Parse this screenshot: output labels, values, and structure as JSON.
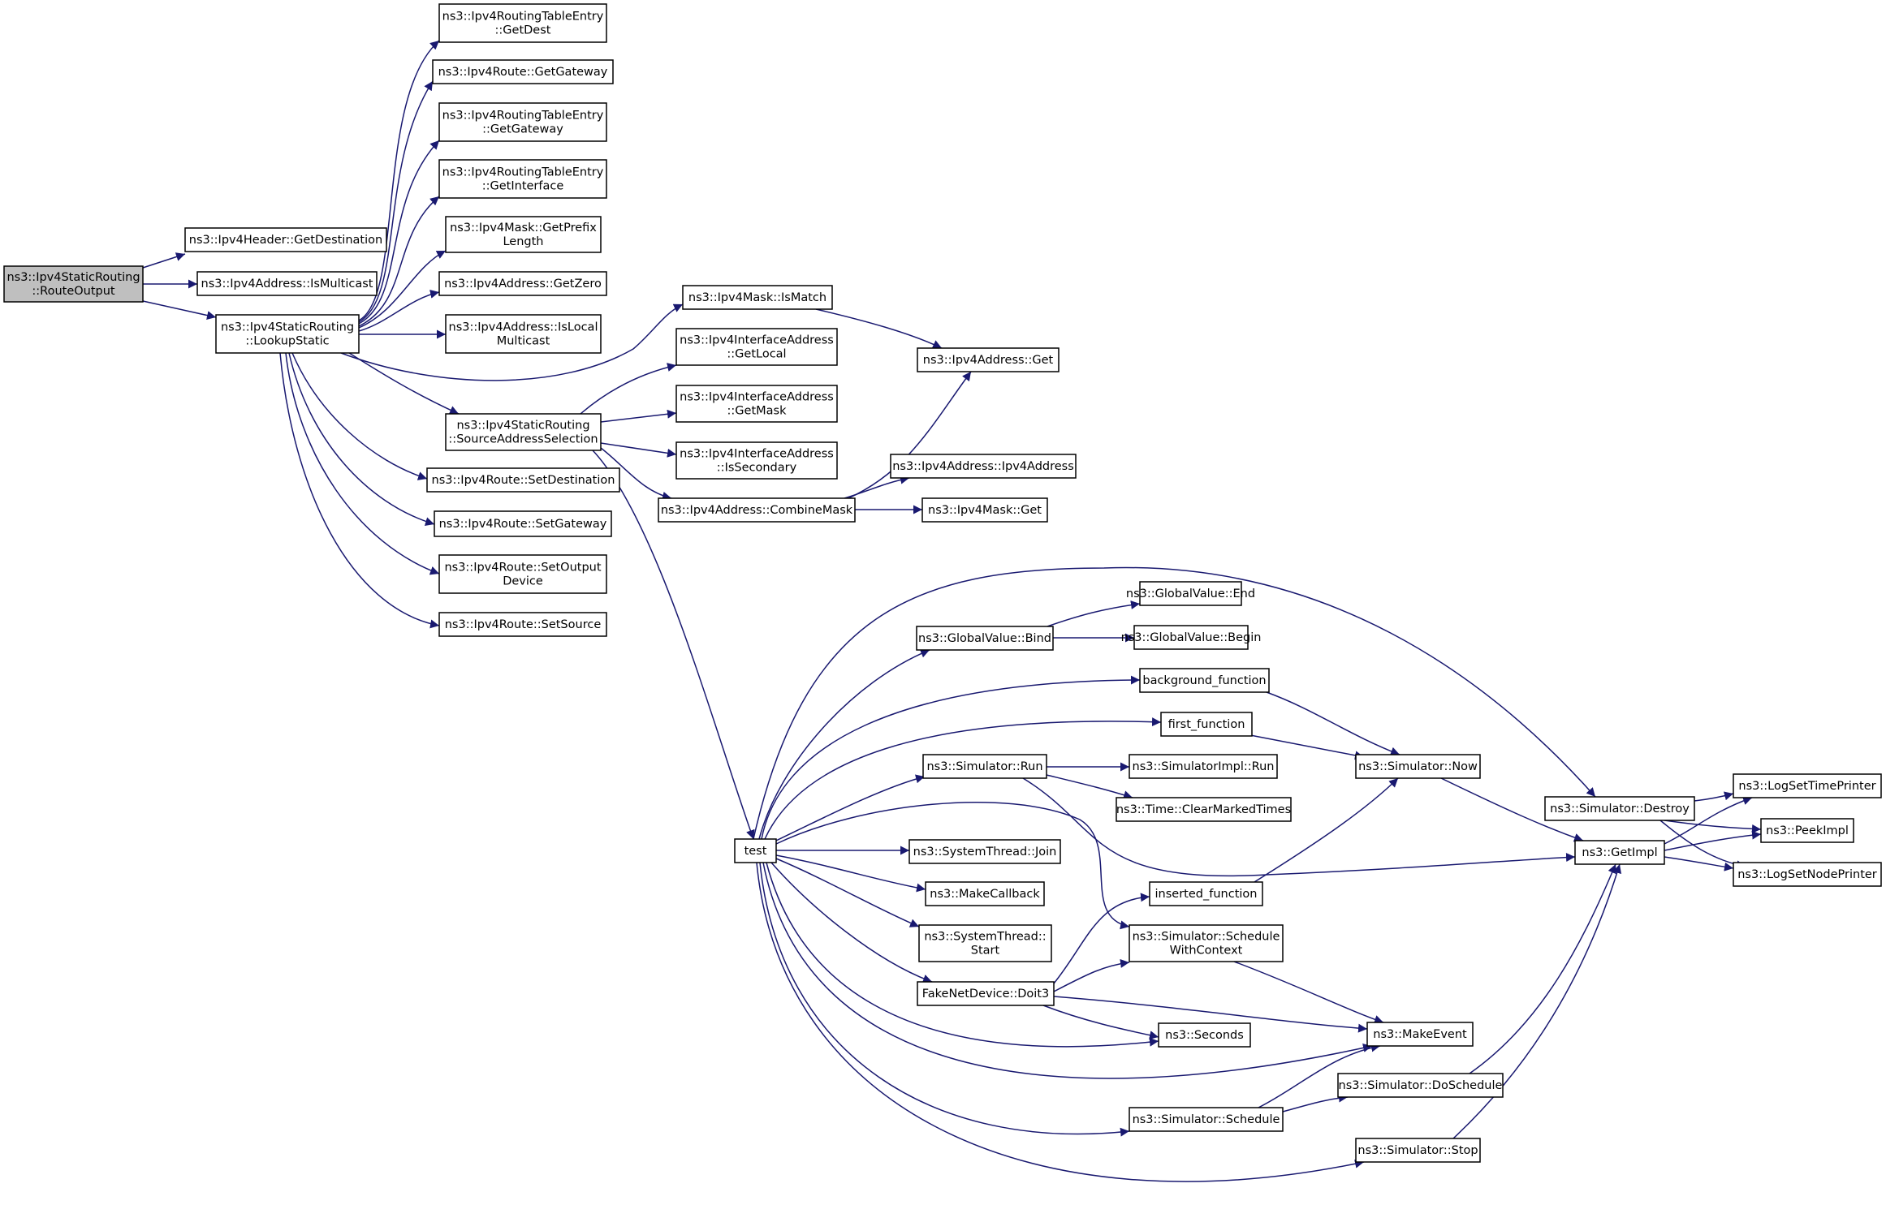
{
  "diagram": {
    "type": "call-graph",
    "edge_color": "#191970",
    "node_default_border": "#000000",
    "node_truncated_border": "#ff0000",
    "root_fill": "#bfbfbf",
    "nodes": [
      {
        "id": "n0",
        "lines": [
          "ns3::Ipv4StaticRouting",
          "::RouteOutput"
        ],
        "root": true
      },
      {
        "id": "n1",
        "lines": [
          "ns3::Ipv4Header::GetDestination"
        ]
      },
      {
        "id": "n2",
        "lines": [
          "ns3::Ipv4Address::IsMulticast"
        ]
      },
      {
        "id": "n3",
        "lines": [
          "ns3::Ipv4StaticRouting",
          "::LookupStatic"
        ]
      },
      {
        "id": "n4",
        "lines": [
          "ns3::Ipv4RoutingTableEntry",
          "::GetDest"
        ]
      },
      {
        "id": "n5",
        "lines": [
          "ns3::Ipv4Route::GetGateway"
        ]
      },
      {
        "id": "n6",
        "lines": [
          "ns3::Ipv4RoutingTableEntry",
          "::GetGateway"
        ]
      },
      {
        "id": "n7",
        "lines": [
          "ns3::Ipv4RoutingTableEntry",
          "::GetInterface"
        ]
      },
      {
        "id": "n8",
        "lines": [
          "ns3::Ipv4Mask::GetPrefix",
          "Length"
        ]
      },
      {
        "id": "n9",
        "lines": [
          "ns3::Ipv4Address::GetZero"
        ]
      },
      {
        "id": "n10",
        "lines": [
          "ns3::Ipv4Address::IsLocal",
          "Multicast"
        ]
      },
      {
        "id": "n11",
        "lines": [
          "ns3::Ipv4Mask::IsMatch"
        ]
      },
      {
        "id": "n12",
        "lines": [
          "ns3::Ipv4StaticRouting",
          "::SourceAddressSelection"
        ]
      },
      {
        "id": "n13",
        "lines": [
          "ns3::Ipv4Route::SetDestination"
        ]
      },
      {
        "id": "n14",
        "lines": [
          "ns3::Ipv4Route::SetGateway"
        ]
      },
      {
        "id": "n15",
        "lines": [
          "ns3::Ipv4Route::SetOutput",
          "Device"
        ]
      },
      {
        "id": "n16",
        "lines": [
          "ns3::Ipv4Route::SetSource"
        ]
      },
      {
        "id": "n17",
        "lines": [
          "ns3::Ipv4Address::Get"
        ]
      },
      {
        "id": "n18",
        "lines": [
          "ns3::Ipv4InterfaceAddress",
          "::GetLocal"
        ]
      },
      {
        "id": "n19",
        "lines": [
          "ns3::Ipv4InterfaceAddress",
          "::GetMask"
        ]
      },
      {
        "id": "n20",
        "lines": [
          "ns3::Ipv4InterfaceAddress",
          "::IsSecondary"
        ]
      },
      {
        "id": "n21",
        "lines": [
          "ns3::Ipv4Address::CombineMask"
        ]
      },
      {
        "id": "n22",
        "lines": [
          "ns3::Ipv4Address::Ipv4Address"
        ]
      },
      {
        "id": "n23",
        "lines": [
          "ns3::Ipv4Mask::Get"
        ]
      },
      {
        "id": "n24",
        "lines": [
          "test"
        ]
      },
      {
        "id": "n25",
        "lines": [
          "ns3::GlobalValue::Bind"
        ]
      },
      {
        "id": "n26",
        "lines": [
          "ns3::GlobalValue::End"
        ],
        "truncated": true
      },
      {
        "id": "n27",
        "lines": [
          "ns3::GlobalValue::Begin"
        ],
        "truncated": true
      },
      {
        "id": "n28",
        "lines": [
          "background_function"
        ]
      },
      {
        "id": "n29",
        "lines": [
          "first_function"
        ]
      },
      {
        "id": "n30",
        "lines": [
          "ns3::Simulator::Run"
        ]
      },
      {
        "id": "n31",
        "lines": [
          "ns3::SimulatorImpl::Run"
        ]
      },
      {
        "id": "n32",
        "lines": [
          "ns3::Time::ClearMarkedTimes"
        ],
        "truncated": true
      },
      {
        "id": "n33",
        "lines": [
          "ns3::Simulator::Now"
        ],
        "truncated": true
      },
      {
        "id": "n34",
        "lines": [
          "ns3::SystemThread::Join"
        ]
      },
      {
        "id": "n35",
        "lines": [
          "ns3::MakeCallback"
        ]
      },
      {
        "id": "n36",
        "lines": [
          "ns3::SystemThread::",
          "Start"
        ],
        "truncated": true
      },
      {
        "id": "n37",
        "lines": [
          "inserted_function"
        ]
      },
      {
        "id": "n38",
        "lines": [
          "ns3::Simulator::Schedule",
          "WithContext"
        ]
      },
      {
        "id": "n39",
        "lines": [
          "FakeNetDevice::Doit3"
        ]
      },
      {
        "id": "n40",
        "lines": [
          "ns3::Seconds"
        ],
        "truncated": true
      },
      {
        "id": "n41",
        "lines": [
          "ns3::MakeEvent"
        ]
      },
      {
        "id": "n42",
        "lines": [
          "ns3::Simulator::DoSchedule"
        ],
        "truncated": true
      },
      {
        "id": "n43",
        "lines": [
          "ns3::Simulator::Schedule"
        ]
      },
      {
        "id": "n44",
        "lines": [
          "ns3::Simulator::Stop"
        ],
        "truncated": true
      },
      {
        "id": "n45",
        "lines": [
          "ns3::Simulator::Destroy"
        ]
      },
      {
        "id": "n46",
        "lines": [
          "ns3::GetImpl"
        ],
        "truncated": true
      },
      {
        "id": "n47",
        "lines": [
          "ns3::LogSetTimePrinter"
        ],
        "truncated": true
      },
      {
        "id": "n48",
        "lines": [
          "ns3::PeekImpl"
        ]
      },
      {
        "id": "n49",
        "lines": [
          "ns3::LogSetNodePrinter"
        ]
      }
    ],
    "edges": [
      [
        "n0",
        "n1"
      ],
      [
        "n0",
        "n2"
      ],
      [
        "n0",
        "n3"
      ],
      [
        "n3",
        "n4"
      ],
      [
        "n3",
        "n5"
      ],
      [
        "n3",
        "n6"
      ],
      [
        "n3",
        "n7"
      ],
      [
        "n3",
        "n8"
      ],
      [
        "n3",
        "n9"
      ],
      [
        "n3",
        "n10"
      ],
      [
        "n3",
        "n11"
      ],
      [
        "n3",
        "n12"
      ],
      [
        "n3",
        "n13"
      ],
      [
        "n3",
        "n14"
      ],
      [
        "n3",
        "n15"
      ],
      [
        "n3",
        "n16"
      ],
      [
        "n11",
        "n17"
      ],
      [
        "n12",
        "n18"
      ],
      [
        "n12",
        "n19"
      ],
      [
        "n12",
        "n20"
      ],
      [
        "n12",
        "n21"
      ],
      [
        "n12",
        "n24"
      ],
      [
        "n21",
        "n17"
      ],
      [
        "n21",
        "n22"
      ],
      [
        "n21",
        "n23"
      ],
      [
        "n24",
        "n25"
      ],
      [
        "n24",
        "n28"
      ],
      [
        "n24",
        "n29"
      ],
      [
        "n24",
        "n30"
      ],
      [
        "n24",
        "n34"
      ],
      [
        "n24",
        "n35"
      ],
      [
        "n24",
        "n36"
      ],
      [
        "n24",
        "n39"
      ],
      [
        "n24",
        "n38"
      ],
      [
        "n24",
        "n40"
      ],
      [
        "n24",
        "n41"
      ],
      [
        "n24",
        "n43"
      ],
      [
        "n24",
        "n44"
      ],
      [
        "n24",
        "n45"
      ],
      [
        "n25",
        "n26"
      ],
      [
        "n25",
        "n27"
      ],
      [
        "n28",
        "n33"
      ],
      [
        "n29",
        "n33"
      ],
      [
        "n30",
        "n31"
      ],
      [
        "n30",
        "n32"
      ],
      [
        "n30",
        "n46"
      ],
      [
        "n33",
        "n46"
      ],
      [
        "n37",
        "n33"
      ],
      [
        "n38",
        "n41"
      ],
      [
        "n39",
        "n37"
      ],
      [
        "n39",
        "n38"
      ],
      [
        "n39",
        "n40"
      ],
      [
        "n39",
        "n41"
      ],
      [
        "n43",
        "n41"
      ],
      [
        "n43",
        "n42"
      ],
      [
        "n42",
        "n46"
      ],
      [
        "n44",
        "n46"
      ],
      [
        "n45",
        "n47"
      ],
      [
        "n45",
        "n48"
      ],
      [
        "n45",
        "n49"
      ],
      [
        "n46",
        "n47"
      ],
      [
        "n46",
        "n48"
      ],
      [
        "n46",
        "n49"
      ]
    ]
  }
}
